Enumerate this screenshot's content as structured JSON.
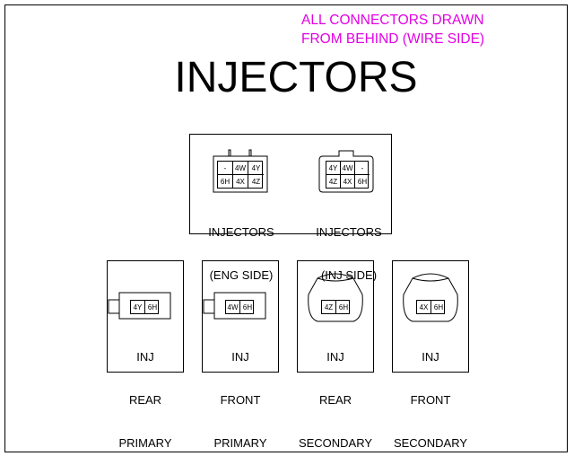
{
  "note": {
    "line1": "ALL CONNECTORS DRAWN",
    "line2": "FROM BEHIND (WIRE SIDE)"
  },
  "title": "INJECTORS",
  "main_connectors": [
    {
      "label": [
        "INJECTORS",
        "(ENG SIDE)"
      ],
      "pins": [
        "-",
        "4W",
        "4Y",
        "6H",
        "4X",
        "4Z"
      ]
    },
    {
      "label": [
        "INJECTORS",
        "(INJ SIDE)"
      ],
      "pins": [
        "4Y",
        "4W",
        "-",
        "4Z",
        "4X",
        "6H"
      ]
    }
  ],
  "injector_connectors": [
    {
      "label": [
        "INJ",
        "REAR",
        "PRIMARY"
      ],
      "pins": [
        "4Y",
        "6H"
      ]
    },
    {
      "label": [
        "INJ",
        "FRONT",
        "PRIMARY"
      ],
      "pins": [
        "4W",
        "6H"
      ]
    },
    {
      "label": [
        "INJ",
        "REAR",
        "SECONDARY"
      ],
      "pins": [
        "4Z",
        "6H"
      ]
    },
    {
      "label": [
        "INJ",
        "FRONT",
        "SECONDARY"
      ],
      "pins": [
        "4X",
        "6H"
      ]
    }
  ],
  "colors": {
    "note": "#e400e4",
    "lines": "#000000",
    "background": "#ffffff"
  }
}
